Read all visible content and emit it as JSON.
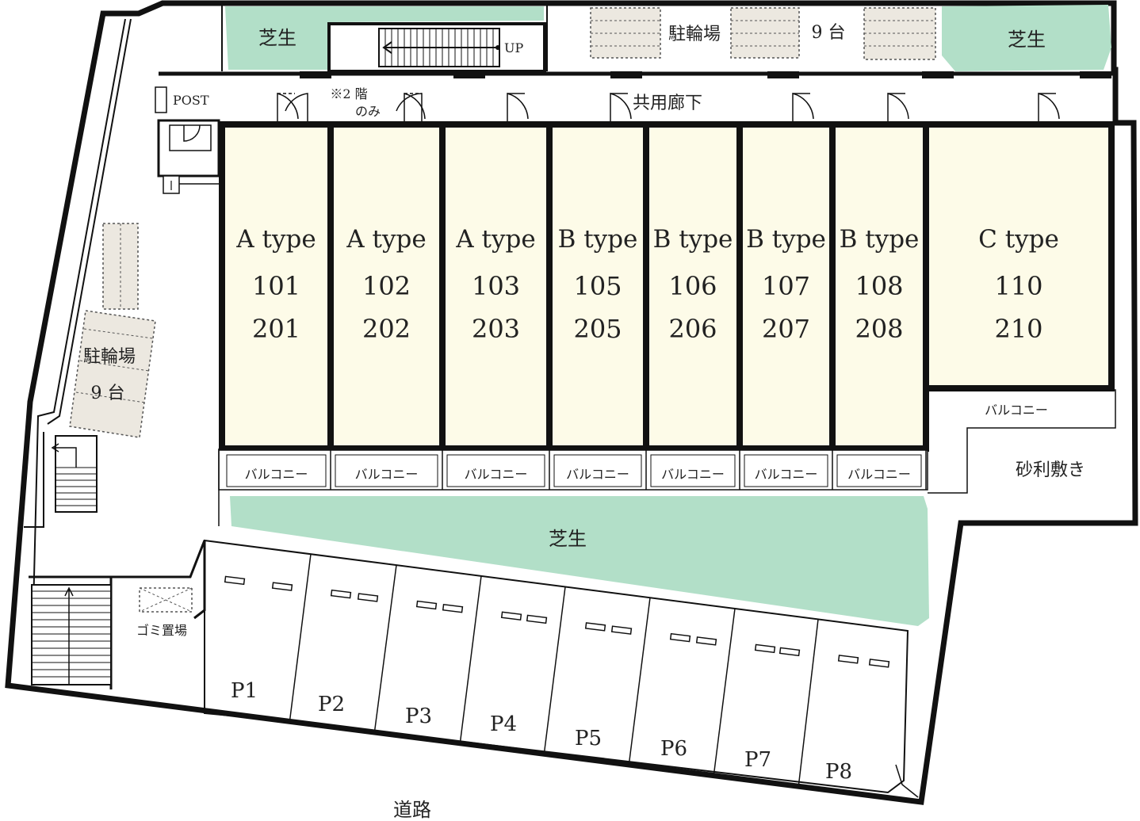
{
  "units": [
    {
      "type": "A type",
      "rooms": [
        "101",
        "201"
      ]
    },
    {
      "type": "A type",
      "rooms": [
        "102",
        "202"
      ]
    },
    {
      "type": "A type",
      "rooms": [
        "103",
        "203"
      ]
    },
    {
      "type": "B type",
      "rooms": [
        "105",
        "205"
      ]
    },
    {
      "type": "B type",
      "rooms": [
        "106",
        "206"
      ]
    },
    {
      "type": "B type",
      "rooms": [
        "107",
        "207"
      ]
    },
    {
      "type": "B type",
      "rooms": [
        "108",
        "208"
      ]
    },
    {
      "type": "C type",
      "rooms": [
        "110",
        "210"
      ]
    }
  ],
  "balcony_label": "バルコニー",
  "lawn_label": "芝生",
  "bicycle_parking_label": "駐輪場",
  "bicycle_count_label": "9 台",
  "bicycle_count_label_side": "9 台",
  "corridor_label": "共用廊下",
  "second_floor_note": [
    "※2 階",
    "のみ"
  ],
  "post_label": "POST",
  "up_label": "UP",
  "gravel_label": "砂利敷き",
  "garbage_label": "ゴミ置場",
  "road_label": "道路",
  "parking": [
    "P1",
    "P2",
    "P3",
    "P4",
    "P5",
    "P6",
    "P7",
    "P8"
  ],
  "colors": {
    "unit_fill": "#fdfbe8",
    "lawn": "#b2dfc8",
    "bike_rack": "#ece8e0",
    "wall": "#111111"
  }
}
